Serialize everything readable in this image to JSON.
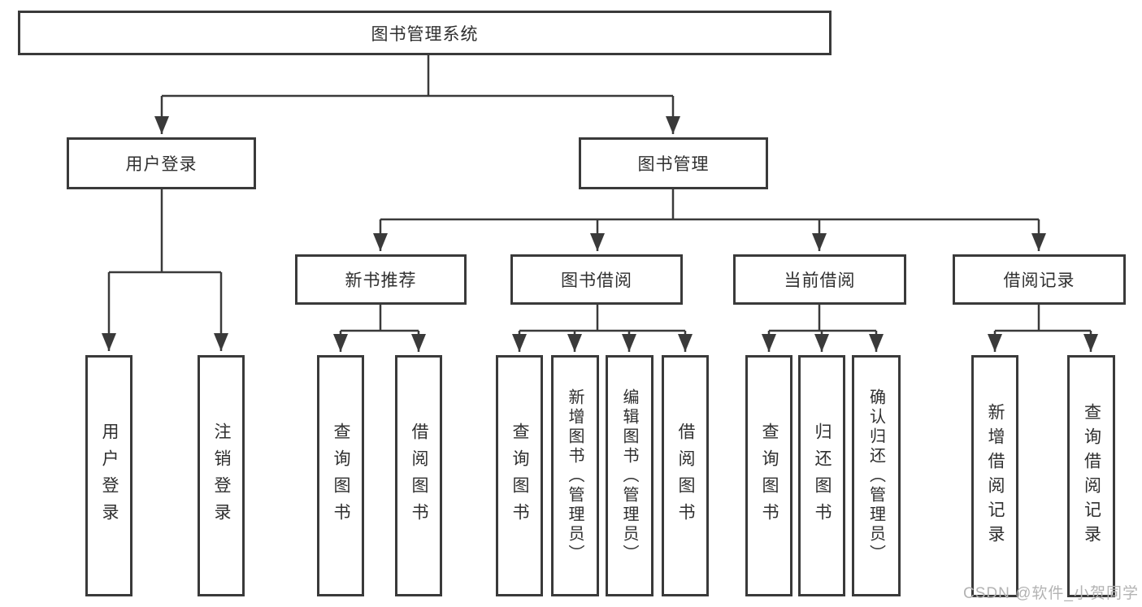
{
  "tree": {
    "root": {
      "label": "图书管理系统"
    },
    "branches": [
      {
        "label": "用户登录",
        "children": [
          {
            "label": "用户登录"
          },
          {
            "label": "注销登录"
          }
        ]
      },
      {
        "label": "图书管理",
        "children": [
          {
            "label": "新书推荐",
            "children": [
              {
                "label": "查询图书"
              },
              {
                "label": "借阅图书"
              }
            ]
          },
          {
            "label": "图书借阅",
            "children": [
              {
                "label": "查询图书"
              },
              {
                "label": "新增图书（管理员）"
              },
              {
                "label": "编辑图书（管理员）"
              },
              {
                "label": "借阅图书"
              }
            ]
          },
          {
            "label": "当前借阅",
            "children": [
              {
                "label": "查询图书"
              },
              {
                "label": "归还图书"
              },
              {
                "label": "确认归还（管理员）"
              }
            ]
          },
          {
            "label": "借阅记录",
            "children": [
              {
                "label": "新增借阅记录"
              },
              {
                "label": "查询借阅记录"
              }
            ]
          }
        ]
      }
    ]
  },
  "watermark": {
    "text": "CSDN @软件_小贺同学"
  },
  "colors": {
    "line": "#3a3a3a",
    "border": "#3a3a3a",
    "text": "#2f2f2f",
    "watermark": "#b3b3b3",
    "background": "#ffffff"
  }
}
